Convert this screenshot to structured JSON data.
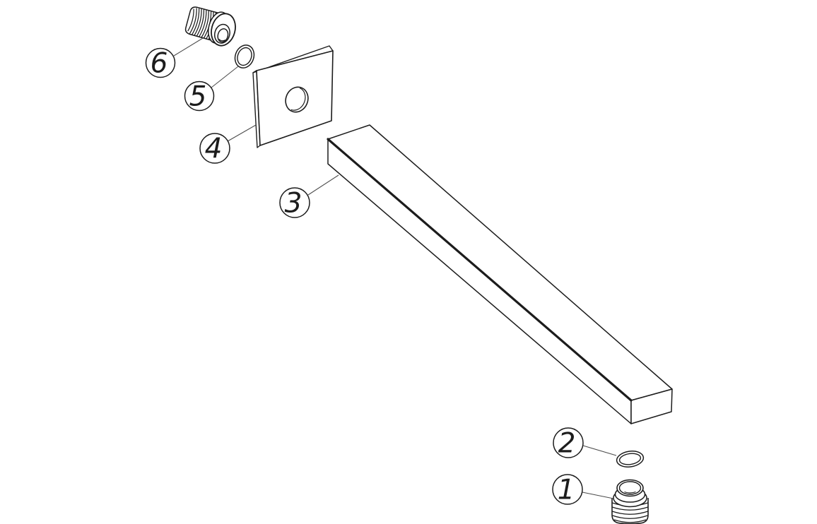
{
  "diagram": {
    "background_color": "#ffffff",
    "line_color": "#1c1c1c",
    "leader_color": "#4d4d4d",
    "text_color": "#1c1c1c",
    "callouts": [
      {
        "id": 1,
        "label": "1"
      },
      {
        "id": 2,
        "label": "2"
      },
      {
        "id": 3,
        "label": "3"
      },
      {
        "id": 4,
        "label": "4"
      },
      {
        "id": 5,
        "label": "5"
      },
      {
        "id": 6,
        "label": "6"
      }
    ]
  }
}
